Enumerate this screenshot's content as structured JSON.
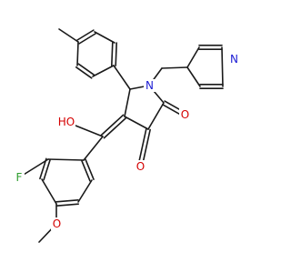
{
  "molecule": {
    "atoms": [
      {
        "id": "o_oh",
        "label": "HO",
        "color": "#d40000"
      },
      {
        "id": "o_c3",
        "label": "O",
        "color": "#d40000"
      },
      {
        "id": "o_c2",
        "label": "O",
        "color": "#d40000"
      },
      {
        "id": "n_ring",
        "label": "N",
        "color": "#1c1cd4"
      },
      {
        "id": "n_pyr",
        "label": "N",
        "color": "#1c1cd4"
      },
      {
        "id": "f",
        "label": "F",
        "color": "#2e9e2e"
      },
      {
        "id": "o_me",
        "label": "O",
        "color": "#d40000"
      }
    ]
  }
}
